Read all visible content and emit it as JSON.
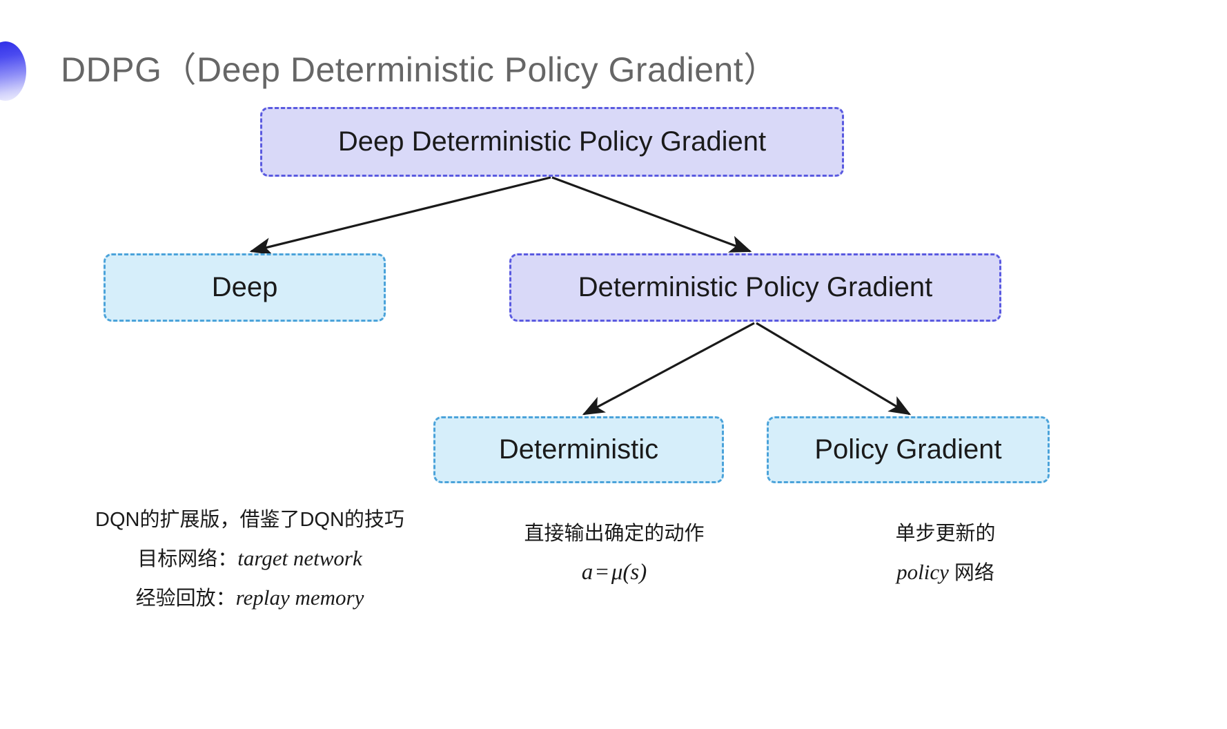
{
  "slide": {
    "title": "DDPG（Deep Deterministic Policy Gradient）",
    "title_color": "#666666",
    "accent_color": "#3a3aee",
    "background": "#ffffff"
  },
  "palette": {
    "purple_fill": "#d9d9f8",
    "purple_border": "#5a5ae0",
    "cyan_fill": "#d6eefa",
    "cyan_border": "#4ba3da",
    "arrow_color": "#1a1a1a",
    "text_color": "#1a1a1a"
  },
  "diagram": {
    "type": "tree",
    "nodes": {
      "root": {
        "label": "Deep Deterministic Policy Gradient",
        "style": "purple"
      },
      "deep": {
        "label": "Deep",
        "style": "cyan"
      },
      "dpg": {
        "label": "Deterministic Policy Gradient",
        "style": "purple"
      },
      "deterministic": {
        "label": "Deterministic",
        "style": "cyan"
      },
      "policy_gradient": {
        "label": "Policy Gradient",
        "style": "cyan"
      }
    },
    "edges": [
      {
        "from": "root",
        "to": "deep"
      },
      {
        "from": "root",
        "to": "dpg"
      },
      {
        "from": "dpg",
        "to": "deterministic"
      },
      {
        "from": "dpg",
        "to": "policy_gradient"
      }
    ]
  },
  "annotations": {
    "left": {
      "lines": [
        "DQN的扩展版，借鉴了DQN的技巧",
        "目标网络：",
        "经验回放："
      ],
      "terms": [
        "target network",
        "replay memory"
      ]
    },
    "middle": {
      "line1": "直接输出确定的动作",
      "formula_lhs": "a",
      "formula_op": "=",
      "formula_rhs": "μ(s)"
    },
    "right": {
      "line1": "单步更新的",
      "term": "policy",
      "line2_suffix": " 网络"
    }
  }
}
